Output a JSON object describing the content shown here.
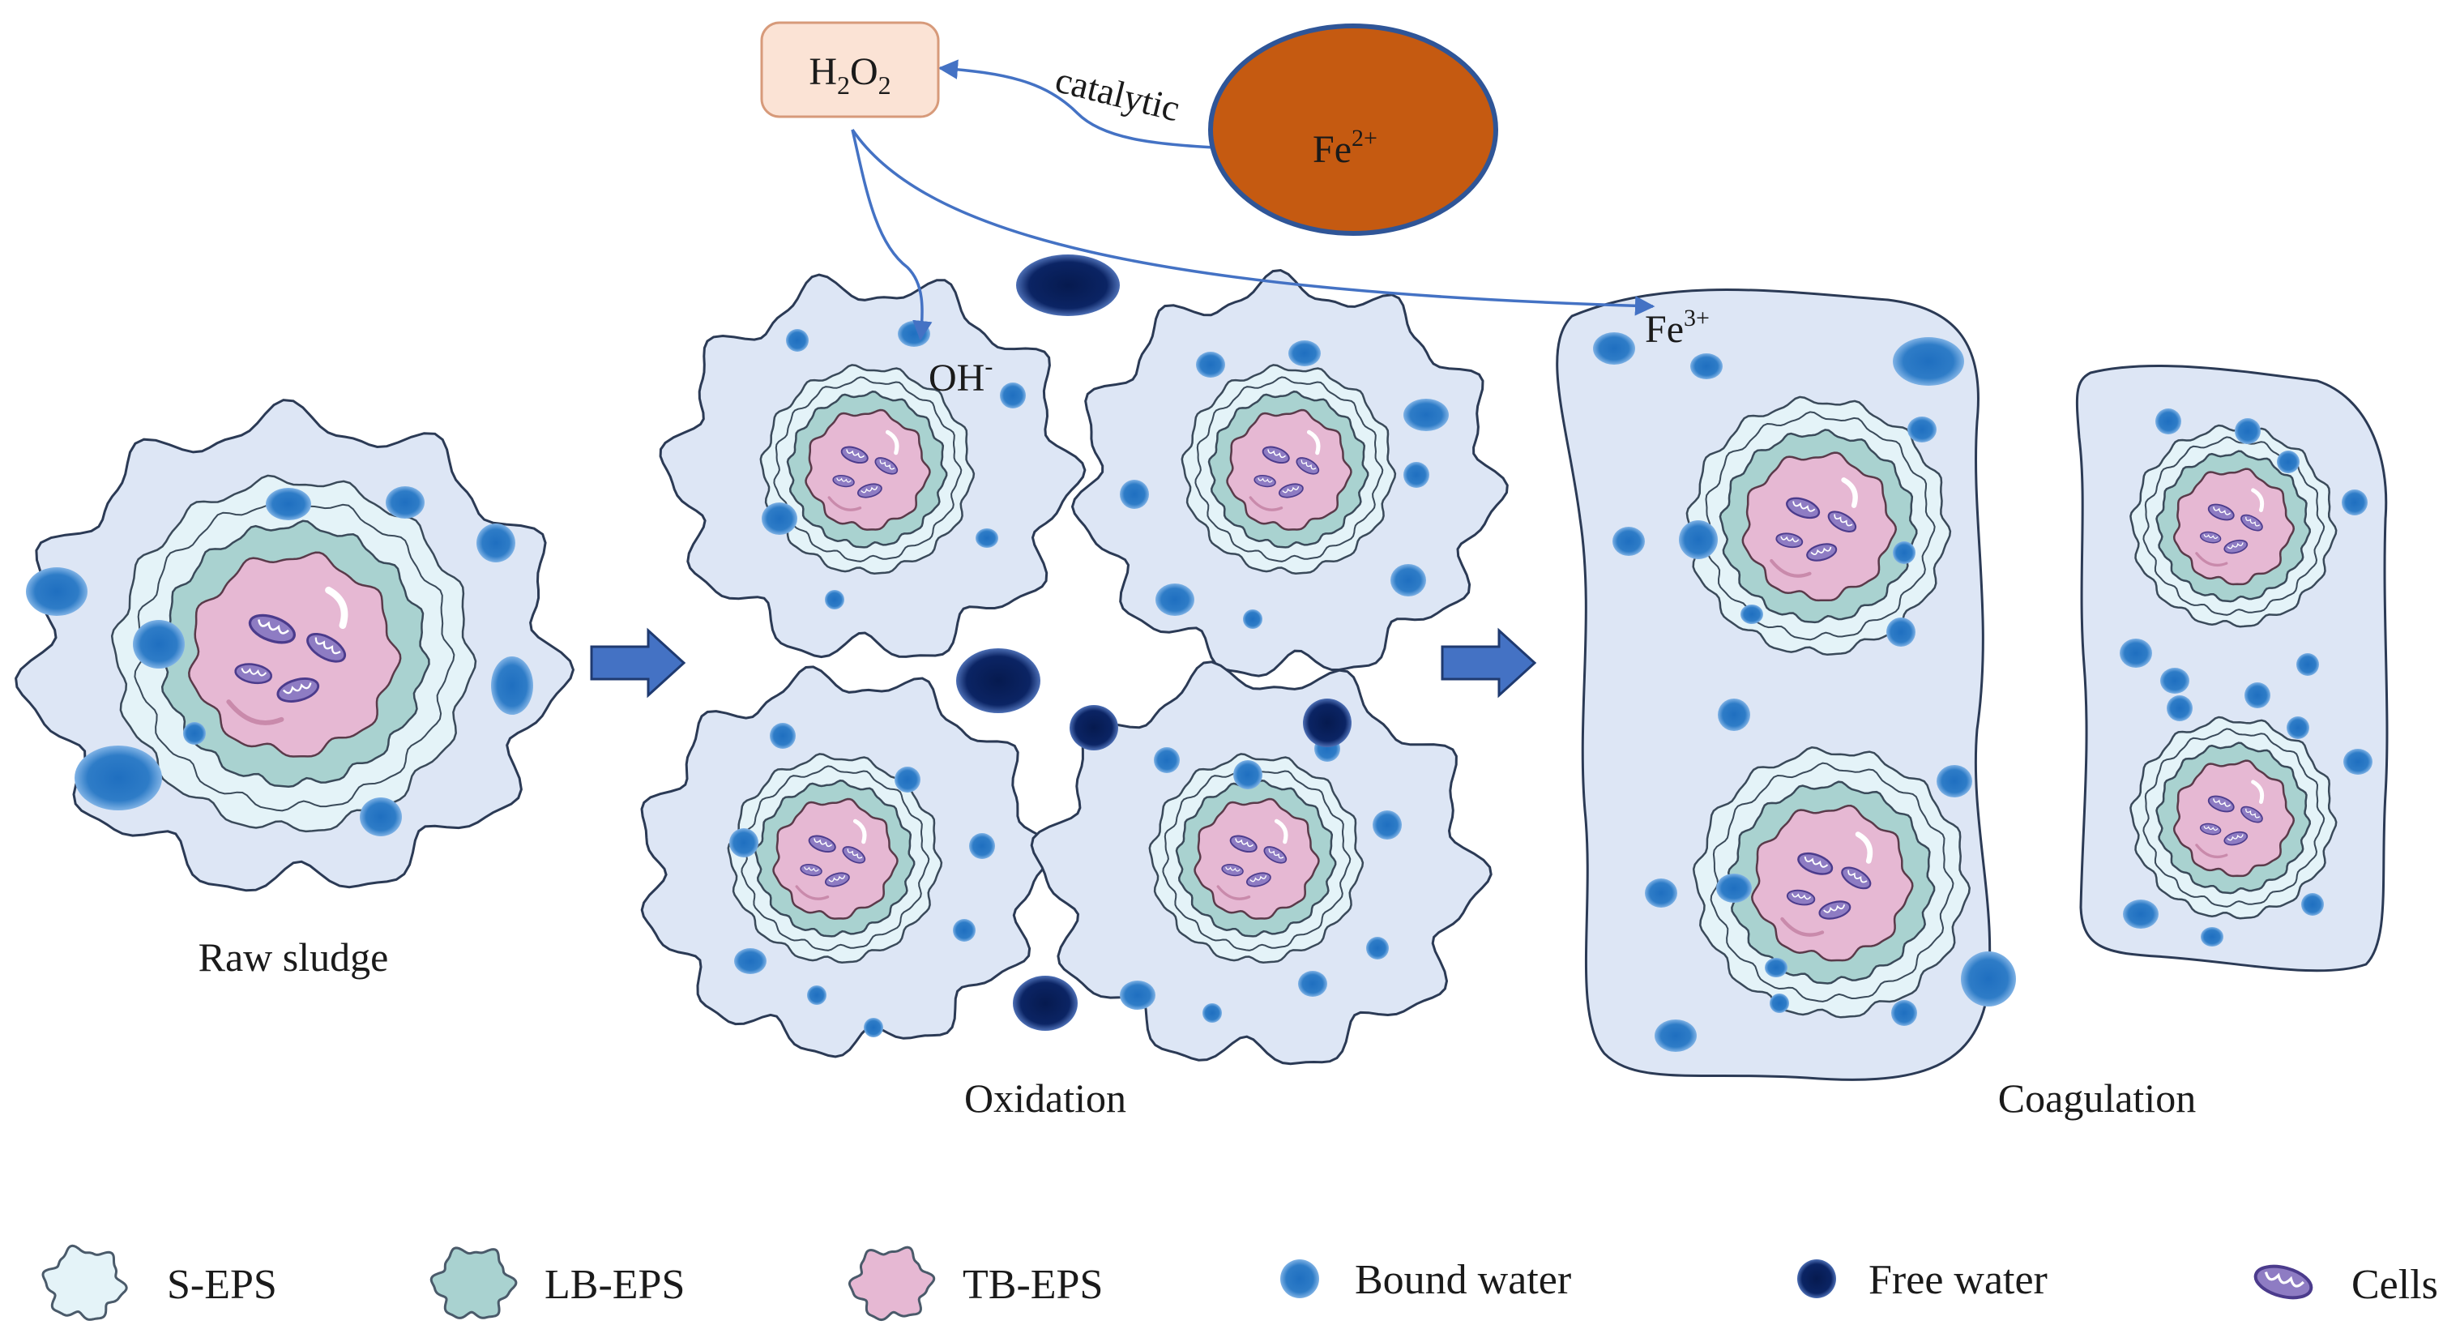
{
  "reactants": {
    "h2o2": {
      "main": "H",
      "sub1": "2",
      "mid": "O",
      "sub2": "2"
    },
    "fe2": {
      "base": "Fe",
      "charge": "2+"
    },
    "catalytic_label": "catalytic"
  },
  "products": {
    "oh": {
      "base": "OH",
      "charge": "-"
    },
    "fe3": {
      "base": "Fe",
      "charge": "3+"
    }
  },
  "stages": {
    "raw": "Raw sludge",
    "oxidation": "Oxidation",
    "coagulation": "Coagulation"
  },
  "legend": {
    "s_eps": "S-EPS",
    "lb_eps": "LB-EPS",
    "tb_eps": "TB-EPS",
    "bound_water": "Bound water",
    "free_water": "Free water",
    "cells": "Cells"
  },
  "colors": {
    "floc_fill": "#dde6f5",
    "s_eps_fill": "#e4f3f8",
    "lb_eps_fill": "#a9d2d0",
    "tb_eps_fill": "#e6b8d3",
    "bound_water": "#2e7cc7",
    "free_water": "#0b2464",
    "fe2_fill": "#c55a11",
    "h2o2_fill": "#fbe3d5",
    "arrow_fill": "#4472c4",
    "line_color": "#4472c4"
  }
}
